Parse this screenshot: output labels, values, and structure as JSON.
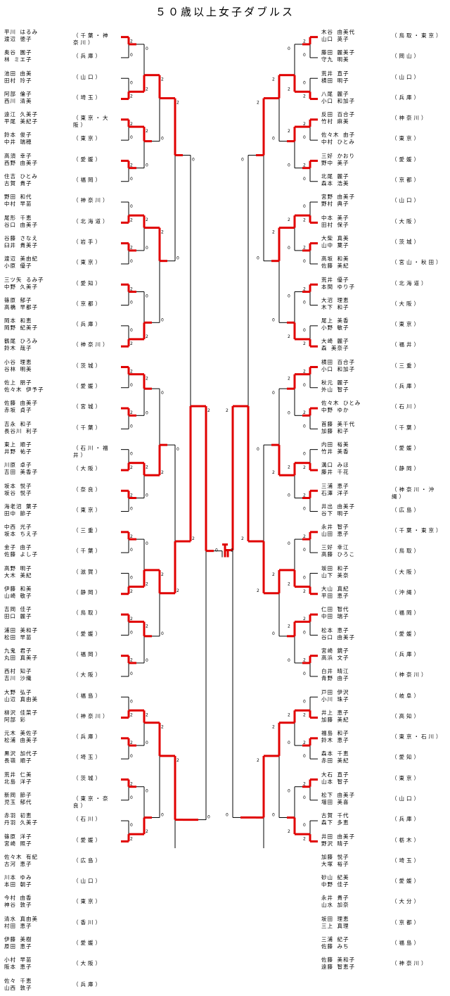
{
  "title": "５０歳以上女子ダブルス",
  "left_entries": [
    {
      "p1": "平川 はるみ",
      "p2": "渡辺 徳子",
      "pref": "千葉・神奈川"
    },
    {
      "p1": "奥谷 園子",
      "p2": "林 ミエ子",
      "pref": "兵庫"
    },
    {
      "p1": "池田 由美",
      "p2": "田村 玲子",
      "pref": "山口"
    },
    {
      "p1": "阿部 倫子",
      "p2": "西川 清美",
      "pref": "埼玉"
    },
    {
      "p1": "遠江 久美子",
      "p2": "平尾 美紀子",
      "pref": "東京・大阪"
    },
    {
      "p1": "鈴本 俊子",
      "p2": "中井 瑞穂",
      "pref": "東京"
    },
    {
      "p1": "高須 幸子",
      "p2": "西野 由美子",
      "pref": "愛媛"
    },
    {
      "p1": "住吉 ひとみ",
      "p2": "古賀 貴子",
      "pref": "福岡"
    },
    {
      "p1": "野田 和代",
      "p2": "中村 早苗",
      "pref": "神奈川"
    },
    {
      "p1": "尾形 千恵",
      "p2": "谷口 由美子",
      "pref": "北海道"
    },
    {
      "p1": "谷藤 さなえ",
      "p2": "臼井 貴美子",
      "pref": "岩手"
    },
    {
      "p1": "渡辺 美由紀",
      "p2": "小原 優子",
      "pref": "東京"
    },
    {
      "p1": "三ツ矢 るみ子",
      "p2": "中野 久美子",
      "pref": "愛知"
    },
    {
      "p1": "篠原 郁子",
      "p2": "高橋 早都子",
      "pref": "京都"
    },
    {
      "p1": "岡本 和恵",
      "p2": "岡野 紀美子",
      "pref": "兵庫"
    },
    {
      "p1": "鶴尾 ひろみ",
      "p2": "鈴木 哉子",
      "pref": "神奈川"
    },
    {
      "p1": "小谷 理恵",
      "p2": "谷林 明美",
      "pref": "茨城"
    },
    {
      "p1": "佐上 朋子",
      "p2": "佐々木 伊予子",
      "pref": "愛媛"
    },
    {
      "p1": "佐藤 由美子",
      "p2": "赤坂 貞子",
      "pref": "宮城"
    },
    {
      "p1": "吉永 和子",
      "p2": "長谷川 利子",
      "pref": "千葉"
    },
    {
      "p1": "東上 順子",
      "p2": "井野 祐子",
      "pref": "石川・福井"
    },
    {
      "p1": "川原 卓子",
      "p2": "吉田 美香子",
      "pref": "大阪"
    },
    {
      "p1": "坂本 悦子",
      "p2": "坂谷 悦子",
      "pref": "奈良"
    },
    {
      "p1": "海老沼 葉子",
      "p2": "田中 節子",
      "pref": "東京"
    },
    {
      "p1": "中西 光子",
      "p2": "坂本 ちえ子",
      "pref": "三重"
    },
    {
      "p1": "金子 由子",
      "p2": "佐藤 よし子",
      "pref": "千葉"
    },
    {
      "p1": "高野 明子",
      "p2": "大木 美紀",
      "pref": "滋賀"
    },
    {
      "p1": "伊藤 和美",
      "p2": "山崎 敬子",
      "pref": "静岡"
    },
    {
      "p1": "吉岡 佳子",
      "p2": "田口 麗子",
      "pref": "鳥取"
    },
    {
      "p1": "浦田 美和子",
      "p2": "松田 早苗",
      "pref": "愛媛"
    },
    {
      "p1": "九鬼 君子",
      "p2": "丸田 真美子",
      "pref": "福岡"
    },
    {
      "p1": "西村 知子",
      "p2": "吉川 沙織",
      "pref": "大阪"
    },
    {
      "p1": "大野 弘子",
      "p2": "山辺 真由美",
      "pref": "福島"
    },
    {
      "p1": "柳沢 佳菜子",
      "p2": "阿部 彩",
      "pref": "神奈川"
    },
    {
      "p1": "元木 美佐子",
      "p2": "松浦 由美子",
      "pref": "兵庫"
    },
    {
      "p1": "黒沢 加代子",
      "p2": "長嶺 順子",
      "pref": "埼玉"
    },
    {
      "p1": "荒井 仁美",
      "p2": "北島 洋子",
      "pref": "茨城"
    },
    {
      "p1": "新岡 節子",
      "p2": "児玉 郁代",
      "pref": "東京・奈良"
    },
    {
      "p1": "赤羽 初恵",
      "p2": "丹羽 久美子",
      "pref": "石川"
    },
    {
      "p1": "篠原 洋子",
      "p2": "宮崎 照子",
      "pref": "愛媛"
    },
    {
      "p1": "佐々木 有紀",
      "p2": "古河 恵子",
      "pref": "広島"
    },
    {
      "p1": "川本 ゆみ",
      "p2": "本田 朝子",
      "pref": "山口"
    },
    {
      "p1": "今村 由香",
      "p2": "神谷 敦子",
      "pref": "東京"
    },
    {
      "p1": "清水 真由美",
      "p2": "村田 恵子",
      "pref": "香川"
    },
    {
      "p1": "伊藤 美樹",
      "p2": "原田 恵子",
      "pref": "愛媛"
    },
    {
      "p1": "小村 早苗",
      "p2": "阪本 恵子",
      "pref": "大阪"
    },
    {
      "p1": "佐々 千恵",
      "p2": "山西 敦子",
      "pref": "兵庫"
    }
  ],
  "right_entries": [
    {
      "p1": "木谷 由美代",
      "p2": "山口 英子",
      "pref": "鳥取・東京"
    },
    {
      "p1": "藤田 麗美子",
      "p2": "守九 明美",
      "pref": "岡山"
    },
    {
      "p1": "荒井 直子",
      "p2": "横田 明子",
      "pref": "山口"
    },
    {
      "p1": "八尾 麗子",
      "p2": "小口 和加子",
      "pref": "兵庫"
    },
    {
      "p1": "反田 百合子",
      "p2": "竹村 麻美",
      "pref": "神奈川"
    },
    {
      "p1": "佐々木 由子",
      "p2": "中村 ひとみ",
      "pref": "東京"
    },
    {
      "p1": "三好 かおり",
      "p2": "野中 美子",
      "pref": "愛媛"
    },
    {
      "p1": "北尾 麗子",
      "p2": "森本 浩美",
      "pref": "京都"
    },
    {
      "p1": "宮野 由美子",
      "p2": "野村 典子",
      "pref": "山口"
    },
    {
      "p1": "中本 美子",
      "p2": "田村 保子",
      "pref": "大阪"
    },
    {
      "p1": "大柴 真美",
      "p2": "山中 葉子",
      "pref": "茨城"
    },
    {
      "p1": "高坂 和美",
      "p2": "佐藤 美紀",
      "pref": "宮山・秋田"
    },
    {
      "p1": "荒井 優子",
      "p2": "本間 ゆり子",
      "pref": "北海道"
    },
    {
      "p1": "大沼 理恵",
      "p2": "木下 和子",
      "pref": "大阪"
    },
    {
      "p1": "尾上 美香",
      "p2": "小野 敏子",
      "pref": "東京"
    },
    {
      "p1": "大崎 麗子",
      "p2": "森 美奈子",
      "pref": "福井"
    },
    {
      "p1": "横田 百合子",
      "p2": "小口 和加子",
      "pref": "三重"
    },
    {
      "p1": "秋元 麗子",
      "p2": "外山 智子",
      "pref": "兵庫"
    },
    {
      "p1": "佐々木 ひとみ",
      "p2": "中野 ゆか",
      "pref": "石川"
    },
    {
      "p1": "首藤 美千代",
      "p2": "加藤 和子",
      "pref": "千葉"
    },
    {
      "p1": "内田 裕美",
      "p2": "竹井 美香",
      "pref": "愛媛"
    },
    {
      "p1": "溝口 みほ",
      "p2": "藤井 千花",
      "pref": "静岡"
    },
    {
      "p1": "三浦 恵子",
      "p2": "石澤 洋子",
      "pref": "神奈川・沖縄"
    },
    {
      "p1": "井出 由美子",
      "p2": "谷下 明子",
      "pref": "広島"
    },
    {
      "p1": "永井 智子",
      "p2": "山田 恵子",
      "pref": "千葉・東京"
    },
    {
      "p1": "三好 幸江",
      "p2": "高藤 ひろこ",
      "pref": "鳥取"
    },
    {
      "p1": "坂田 和子",
      "p2": "山下 美奈",
      "pref": "大阪"
    },
    {
      "p1": "大山 真紀",
      "p2": "平田 恵子",
      "pref": "沖縄"
    },
    {
      "p1": "仁田 智代",
      "p2": "中田 瑞子",
      "pref": "福岡"
    },
    {
      "p1": "松本 恵子",
      "p2": "谷口 由美子",
      "pref": "愛媛"
    },
    {
      "p1": "宮崎 鏡子",
      "p2": "高浜 文子",
      "pref": "兵庫"
    },
    {
      "p1": "白井 晴江",
      "p2": "青野 由子",
      "pref": "神奈川"
    },
    {
      "p1": "戸田 伊沢",
      "p2": "小川 珠子",
      "pref": "岐阜"
    },
    {
      "p1": "井上 恵子",
      "p2": "加藤 美紀",
      "pref": "高知"
    },
    {
      "p1": "福島 和子",
      "p2": "鈴木 恵子",
      "pref": "東京・石川"
    },
    {
      "p1": "森本 千恵",
      "p2": "赤田 美紀",
      "pref": "愛知"
    },
    {
      "p1": "大石 直子",
      "p2": "山本 智子",
      "pref": "東京"
    },
    {
      "p1": "松下 由美子",
      "p2": "増田 美喜",
      "pref": "山口"
    },
    {
      "p1": "古賀 千代",
      "p2": "森下 多恵",
      "pref": "兵庫"
    },
    {
      "p1": "井田 由美子",
      "p2": "野沢 晴子",
      "pref": "栃木"
    },
    {
      "p1": "加藤 悦子",
      "p2": "大塚 裕子",
      "pref": "埼玉"
    },
    {
      "p1": "砂山 紀美",
      "p2": "中野 佳子",
      "pref": "愛媛"
    },
    {
      "p1": "永井 貴子",
      "p2": "山水 加奈",
      "pref": "大分"
    },
    {
      "p1": "坂田 理恵",
      "p2": "三上 真理",
      "pref": "京都"
    },
    {
      "p1": "三浦 紀子",
      "p2": "佐藤 みち",
      "pref": "福島"
    },
    {
      "p1": "佐藤 美和子",
      "p2": "遠藤 智恵子",
      "pref": "神奈川"
    }
  ],
  "final_scores": {
    "left": "0",
    "right": "2"
  },
  "legend_open": "（",
  "legend_close": "）"
}
